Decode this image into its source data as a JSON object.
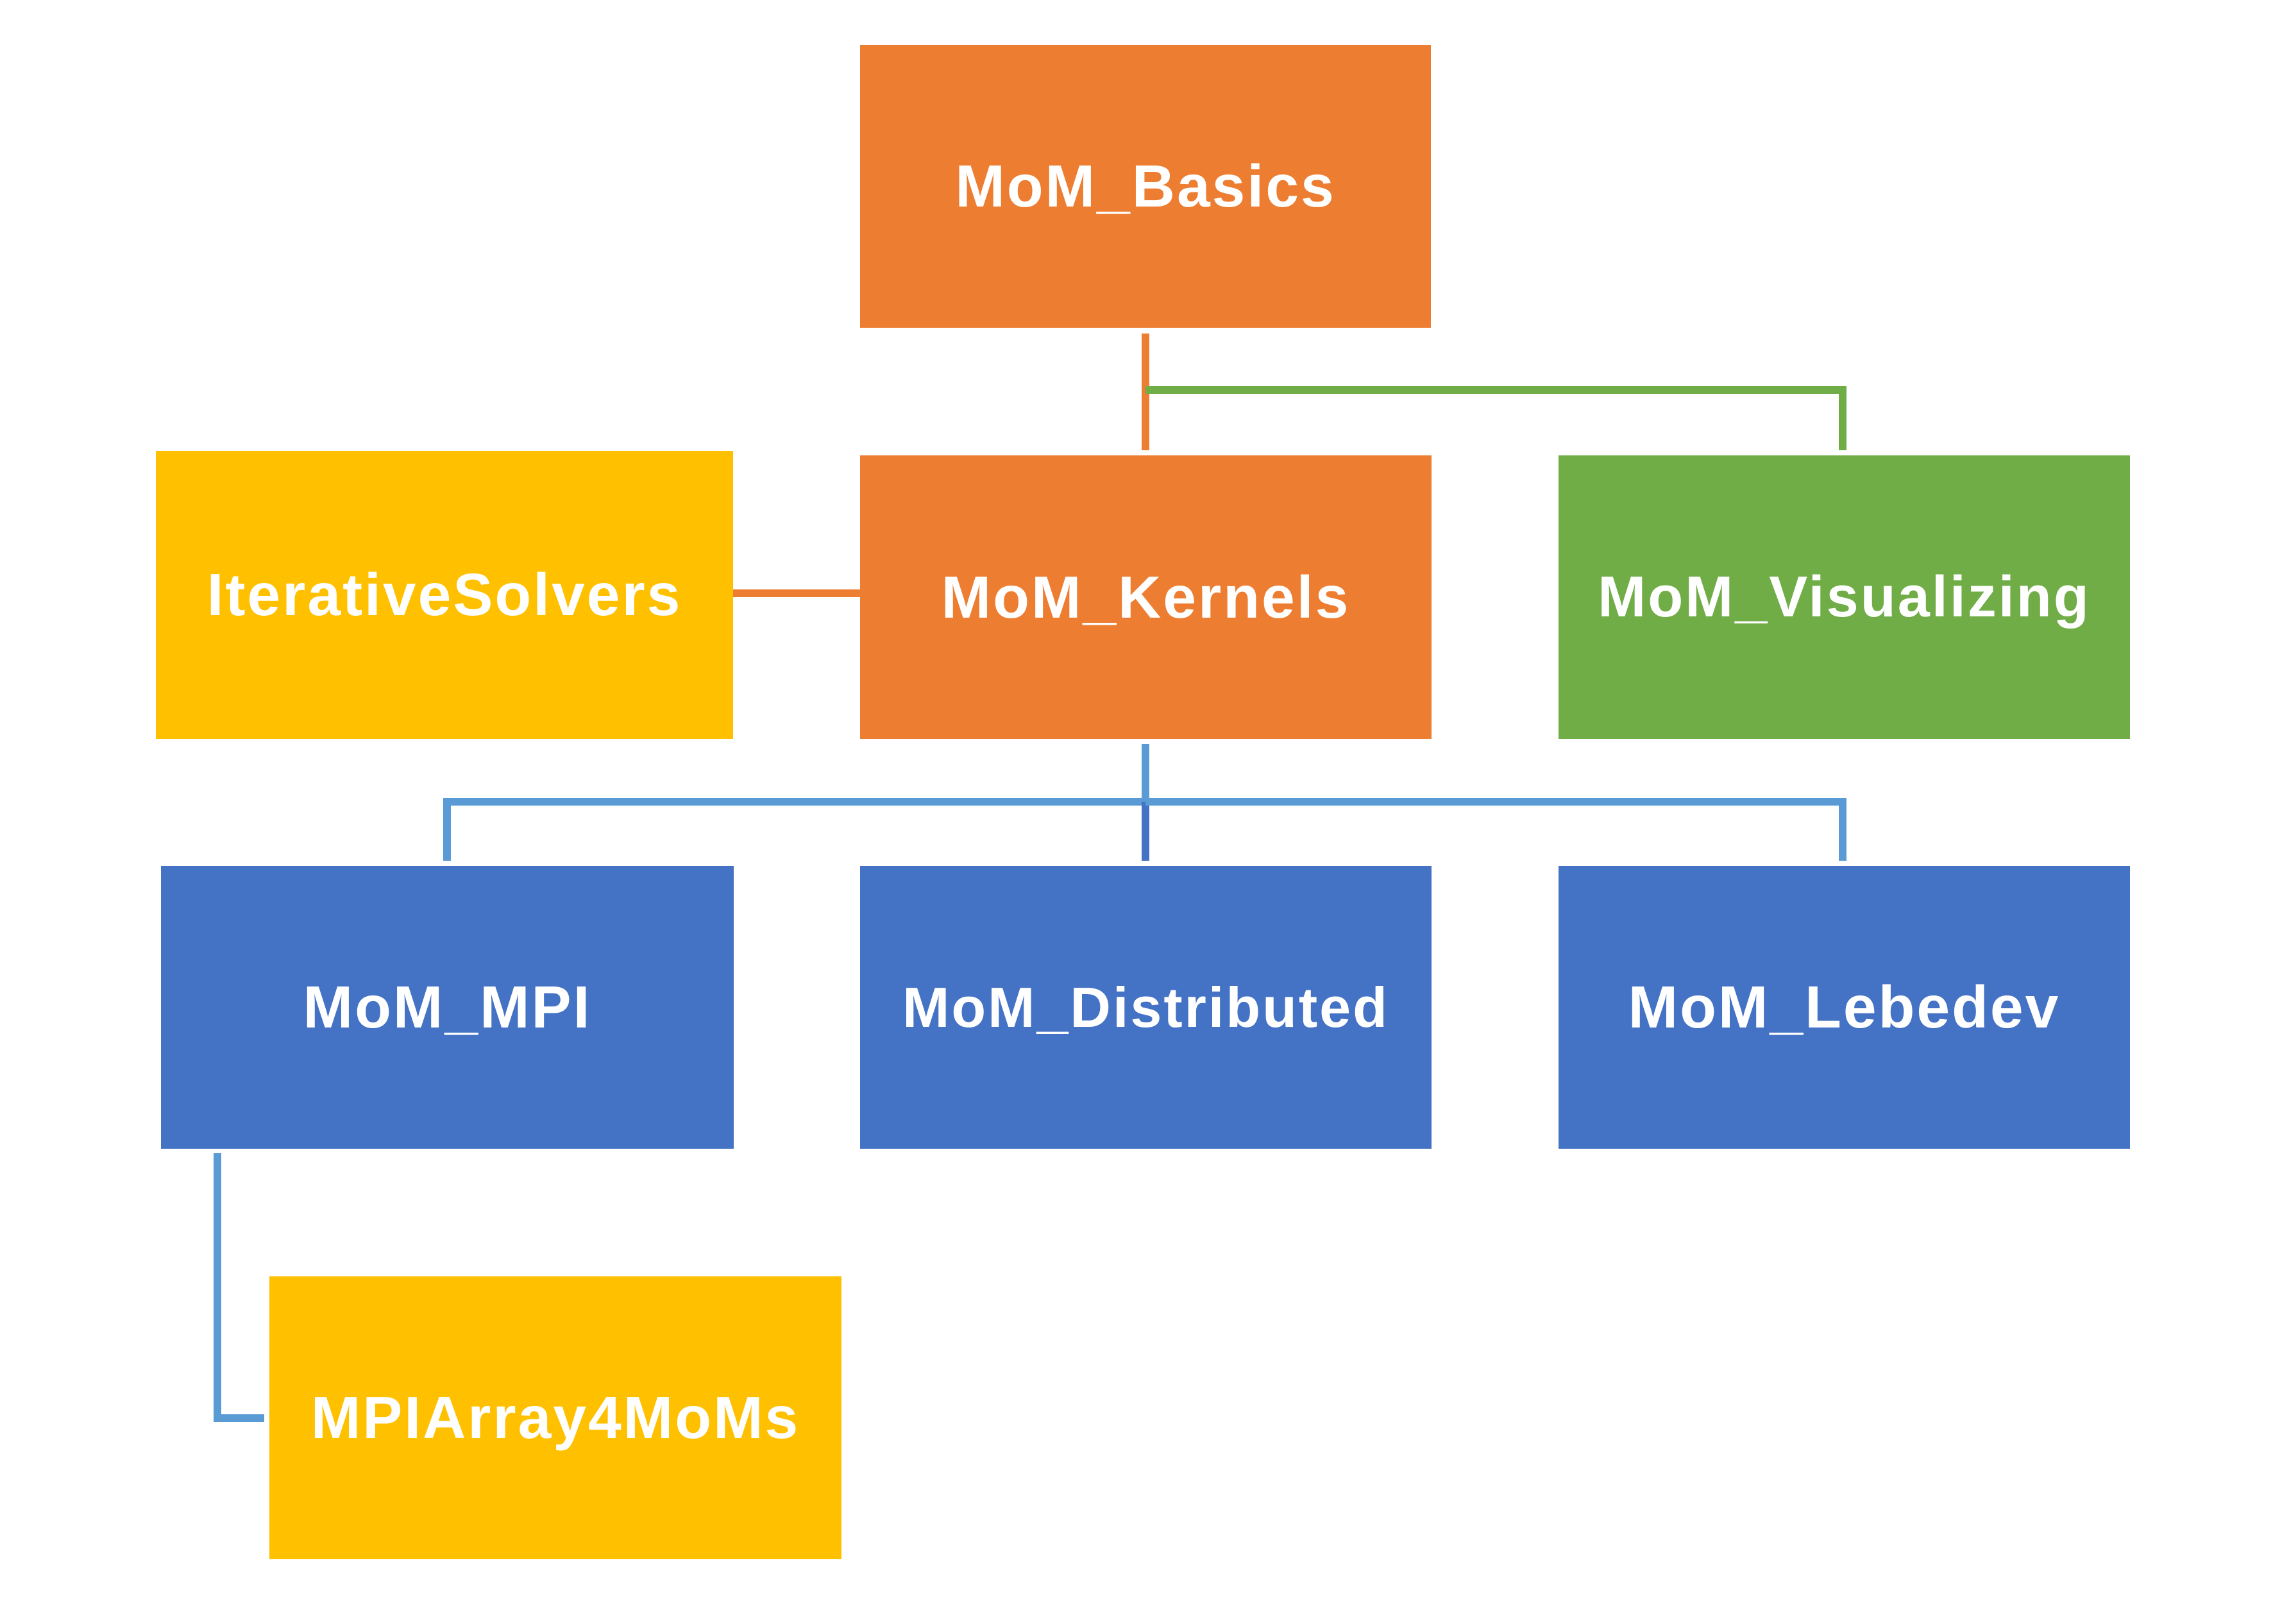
{
  "diagram": {
    "nodes": [
      {
        "id": "mom-basics",
        "label": "MoM_Basics",
        "color": "#ED7D31"
      },
      {
        "id": "iterative-solvers",
        "label": "IterativeSolvers",
        "color": "#FFC000"
      },
      {
        "id": "mom-kernels",
        "label": "MoM_Kernels",
        "color": "#ED7D31"
      },
      {
        "id": "mom-visualizing",
        "label": "MoM_Visualizing",
        "color": "#70AD47"
      },
      {
        "id": "mom-mpi",
        "label": "MoM_MPI",
        "color": "#4472C4"
      },
      {
        "id": "mom-distributed",
        "label": "MoM_Distributed",
        "color": "#4472C4"
      },
      {
        "id": "mom-lebedev",
        "label": "MoM_Lebedev",
        "color": "#4472C4"
      },
      {
        "id": "mpiarray4moms",
        "label": "MPIArray4MoMs",
        "color": "#FFC000"
      }
    ],
    "edges": [
      {
        "from": "mom-basics",
        "to": "mom-kernels",
        "color": "#ED7D31"
      },
      {
        "from": "mom-basics",
        "to": "mom-visualizing",
        "color": "#70AD47"
      },
      {
        "from": "iterative-solvers",
        "to": "mom-kernels",
        "color": "#ED7D31"
      },
      {
        "from": "mom-kernels",
        "to": "mom-mpi",
        "color": "#5B9BD5"
      },
      {
        "from": "mom-kernels",
        "to": "mom-distributed",
        "color": "#4472C4"
      },
      {
        "from": "mom-kernels",
        "to": "mom-lebedev",
        "color": "#5B9BD5"
      },
      {
        "from": "mom-mpi",
        "to": "mpiarray4moms",
        "color": "#5B9BD5"
      }
    ]
  }
}
